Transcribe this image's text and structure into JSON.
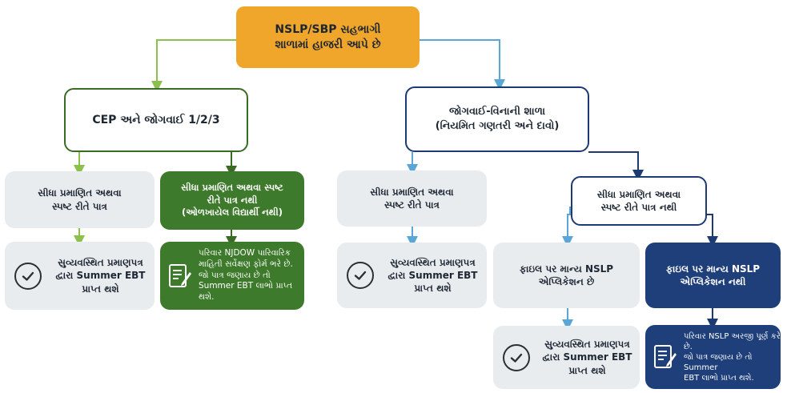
{
  "colors": {
    "accent_orange": "#f0a52b",
    "green": "#3e7a2c",
    "green_line": "#8cc04c",
    "navy": "#1f3f7a",
    "blue_line": "#5aa6d8",
    "grey_box": "#e9ecef"
  },
  "root": {
    "label": "NSLP/SBP સહભાગી\nશાળામાં હાજરી આપે છે"
  },
  "left": {
    "header": "CEP અને જોગવાઈ 1/2/3",
    "eligible": "સીધા પ્રમાણિત અથવા\nસ્પષ્ટ રીતે પાત્ર",
    "not_eligible": "સીધા પ્રમાણિત અથવા સ્પષ્ટ\nરીતે પાત્ર નથી\n(ઓળખાયેલ વિદ્યાર્થી નથી)",
    "auto_result": "સુવ્યવસ્થિત પ્રમાણપત્ર\nદ્વારા Summer EBT\nપ્રાપ્ત થશે",
    "form_result": "પરિવાર NJDOW પારિવારિક\nમાહિતી સર્વેક્ષણ ફોર્મ ભરે છે.\nજો પાત્ર જણાય છે તો\nSummer EBT લાભો પ્રાપ્ત\nથશે."
  },
  "right": {
    "header": "જોગવાઈ-વિનાની શાળા\n(નિયમિત ગણતરી અને દાવો)",
    "eligible": "સીધા પ્રમાણિત અથવા\nસ્પષ્ટ રીતે પાત્ર",
    "not_eligible": "સીધા પ્રમાણિત અથવા\nસ્પષ્ટ રીતે પાત્ર નથી",
    "auto_result": "સુવ્યવસ્થિત પ્રમાણપત્ર\nદ્વારા Summer EBT\nપ્રાપ્ત થશે",
    "app_on_file": "ફાઇલ પર માન્ય NSLP\nએપ્લિકેશન છે",
    "no_app_on_file": "ફાઇલ પર માન્ય NSLP\nએપ્લિકેશન નથી",
    "app_result": "સુવ્યવસ્થિત પ્રમાણપત્ર\nદ્વારા Summer EBT\nપ્રાપ્ત થશે",
    "no_app_result": "પરિવાર NSLP અરજી પૂર્ણ કરે છે.\nજો પાત્ર જણાય છે તો Summer\nEBT લાભો પ્રાપ્ત થશે."
  },
  "icons": {
    "check": "check-circle-icon",
    "form": "form-document-icon"
  }
}
